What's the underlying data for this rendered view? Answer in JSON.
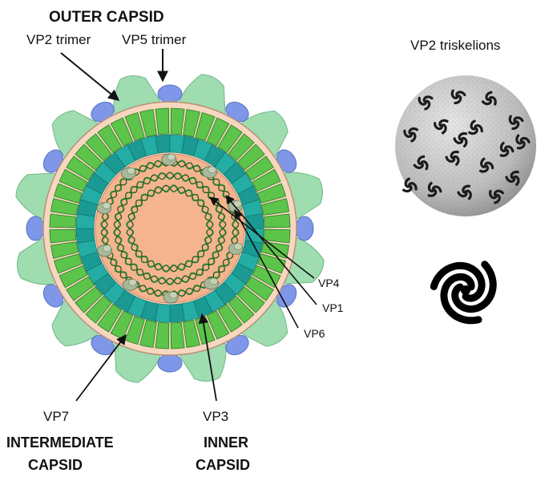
{
  "labels": {
    "outer_capsid": "OUTER CAPSID",
    "vp2_trimer": "VP2 trimer",
    "vp5_trimer": "VP5 trimer",
    "vp2_triskelions": "VP2 triskelions",
    "vp4": "VP4",
    "vp1": "VP1",
    "vp6": "VP6",
    "vp7": "VP7",
    "vp3": "VP3",
    "intermediate_line1": "INTERMEDIATE",
    "intermediate_line2": "CAPSID",
    "inner_line1": "INNER",
    "inner_line2": "CAPSID"
  },
  "colors": {
    "vp2_trimer": "#9fdcb0",
    "vp5_trimer": "#7f97e8",
    "vp7_layer": "#5cc44a",
    "vp3_layer": "#1a9a93",
    "core": "#f5b48e",
    "rna_strand": "#2e7d32",
    "enzyme_complex": "#a8b89a",
    "triskelion": "#000000",
    "sphere_bg": "#c8c8c8"
  },
  "icons": {
    "virion_diagram": "virus-capsid-cross-section",
    "sphere_image": "vp2-triskelion-sphere",
    "triskelion_symbol": "triskelion-icon"
  }
}
